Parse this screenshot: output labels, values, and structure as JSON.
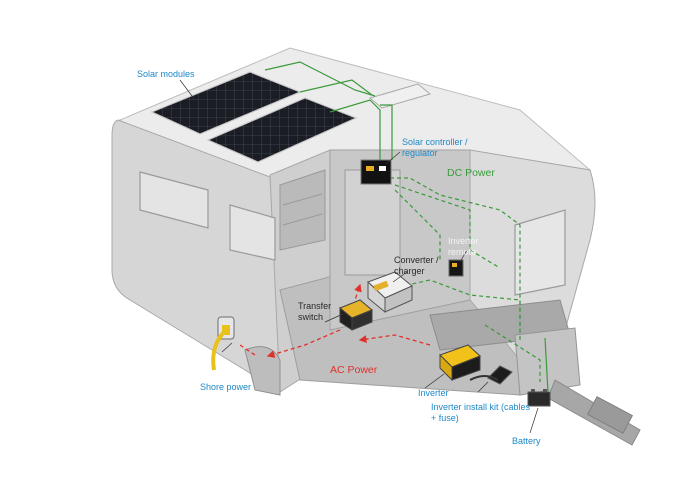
{
  "labels": {
    "solar_modules": "Solar modules",
    "solar_controller": "Solar controller / regulator",
    "dc_power": "DC Power",
    "converter_charger": "Converter / charger",
    "inverter_remote": "Inverter remote",
    "transfer_switch": "Transfer switch",
    "ac_power": "AC Power",
    "shore_power": "Shore power",
    "inverter": "Inverter",
    "inverter_install_kit": "Inverter install kit (cables + fuse)",
    "battery": "Battery"
  },
  "colors": {
    "dc_line": "#3a9a3a",
    "ac_line": "#e0302a",
    "label_blue": "#1e88c8",
    "shell": "#d9d9d9",
    "inverter_yellow": "#f2c21b"
  }
}
